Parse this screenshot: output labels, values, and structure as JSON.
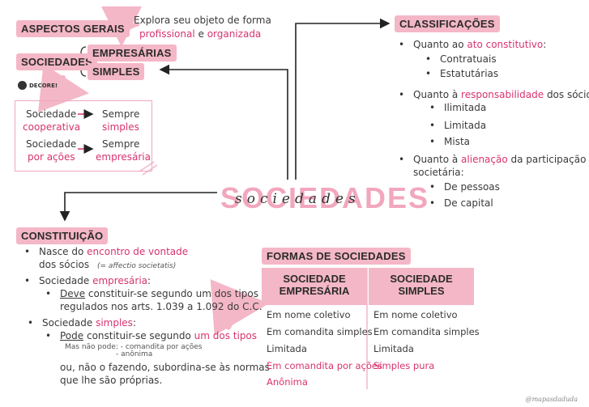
{
  "aspectos": {
    "title": "ASPECTOS GERAIS",
    "note_line1": "Explora seu objeto de forma",
    "note_profissional": "profissional",
    "note_e": " e ",
    "note_organizada": "organizada",
    "sociedades_label": "SOCIEDADES",
    "empresarias": "EMPRESÁRIAS",
    "simples": "SIMPLES",
    "decore": "DECORE!",
    "ex1_left_a": "Sociedade",
    "ex1_left_b": "cooperativa",
    "ex1_right_a": "Sempre",
    "ex1_right_b": "simples",
    "ex2_left_a": "Sociedade",
    "ex2_left_b": "por ações",
    "ex2_right_a": "Sempre",
    "ex2_right_b": "empresária"
  },
  "center": {
    "title_block": "SOCIEDADES",
    "title_script": "sociedades"
  },
  "classificacoes": {
    "title": "CLASSIFICAÇÕES",
    "g1_pre": "Quanto ao ",
    "g1_hl": "ato constitutivo",
    "g1_post": ":",
    "g1_items": [
      "Contratuais",
      "Estatutárias"
    ],
    "g2_pre": "Quanto à ",
    "g2_hl": "responsabilidade",
    "g2_post": " dos sócios:",
    "g2_items": [
      "Ilimitada",
      "Limitada",
      "Mista"
    ],
    "g3_pre": "Quanto à ",
    "g3_hl": "alienação",
    "g3_post": " da participação",
    "g3_line2": "societária:",
    "g3_items": [
      "De pessoas",
      "De capital"
    ]
  },
  "constituicao": {
    "title": "CONSTITUIÇÃO",
    "b1_pre": "Nasce do ",
    "b1_hl": "encontro de vontade",
    "b1_line2": "dos sócios",
    "b1_note": "(= affectio societatis)",
    "b2_pre": "Sociedade ",
    "b2_hl": "empresária",
    "b2_post": ":",
    "b2_sub_u": "Deve",
    "b2_sub_rest": " constituir-se segundo um dos tipos",
    "b2_sub_line2": "regulados nos arts. 1.039 a 1.092 do C.C.",
    "b3_pre": "Sociedade ",
    "b3_hl": "simples",
    "b3_post": ":",
    "b3_sub_u": "Pode",
    "b3_sub_rest": " constituir-se segundo ",
    "b3_sub_hl": "um dos tipos",
    "b3_note_a": "Mas não pode: - comandita por ações",
    "b3_note_b": "- anônima",
    "b3_line3": "ou, não o fazendo, subordina-se às normas",
    "b3_line4": "que lhe são próprias."
  },
  "formas": {
    "title": "FORMAS DE SOCIEDADES",
    "col1_head": [
      "SOCIEDADE",
      "EMPRESÁRIA"
    ],
    "col2_head": [
      "SOCIEDADE",
      "SIMPLES"
    ],
    "col1_items": [
      "Em nome coletivo",
      "Em comandita simples",
      "Limitada",
      "Em comandita por ações",
      "Anônima"
    ],
    "col2_items": [
      "Em nome coletivo",
      "Em comandita simples",
      "Limitada",
      "Simples pura"
    ]
  },
  "watermark": "@mapasdaduda",
  "colors": {
    "accent": "#d8336f",
    "box": "#f4b7c7",
    "outline": "#f1a7bd"
  }
}
